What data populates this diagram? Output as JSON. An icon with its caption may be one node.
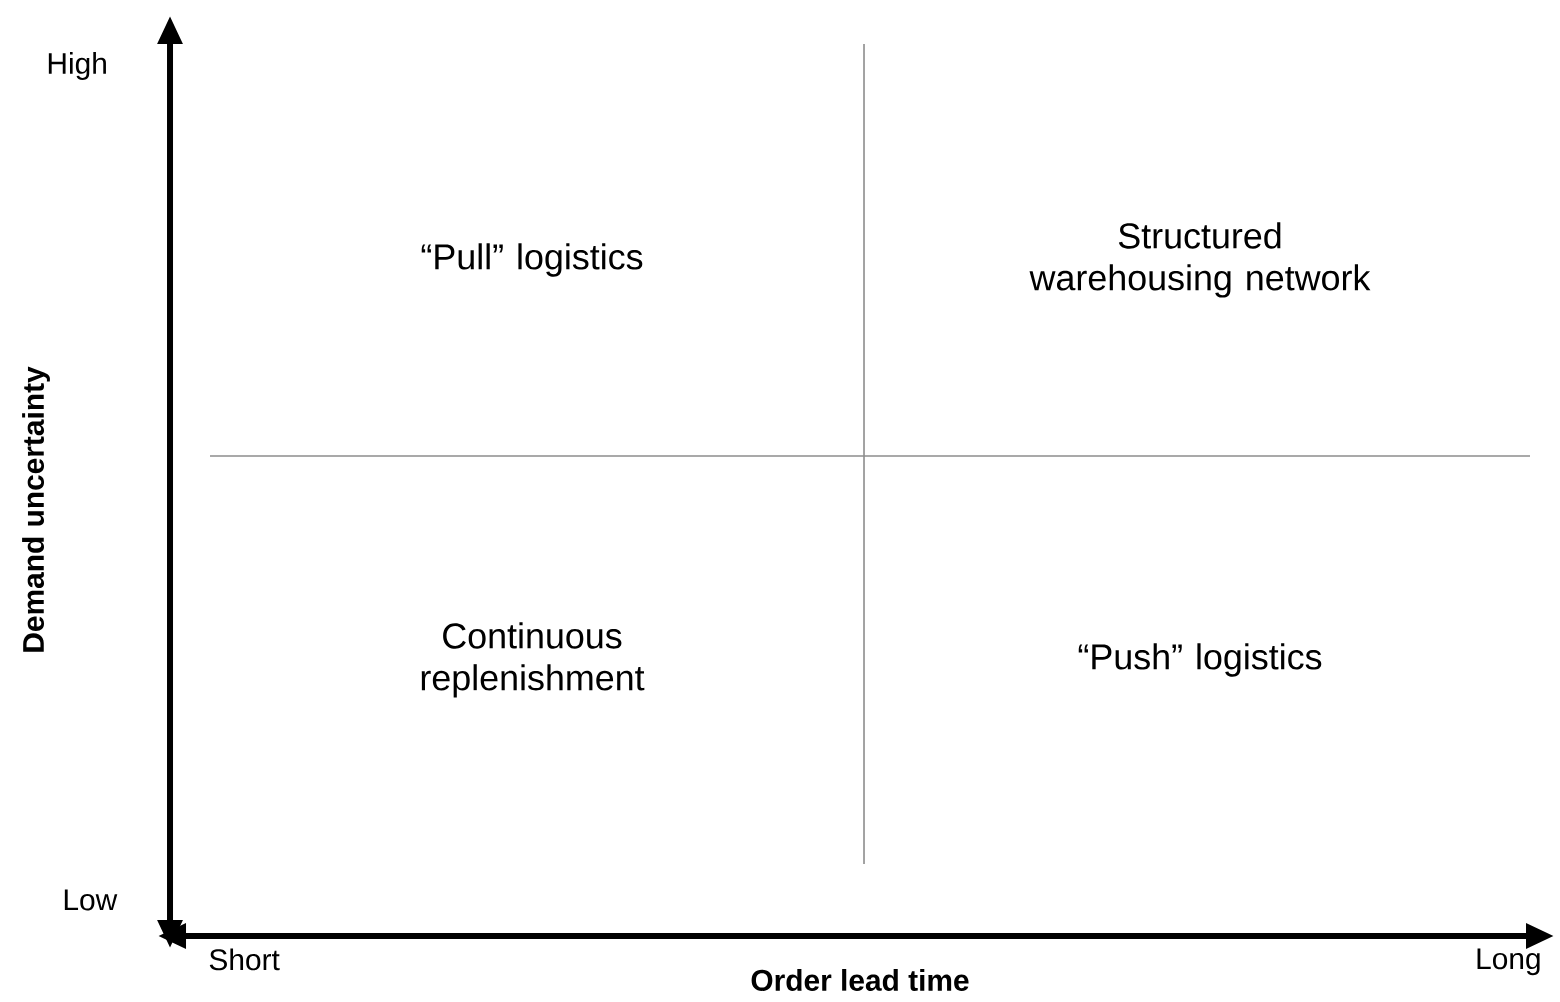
{
  "diagram": {
    "labels": [
      "High",
      "“Pull” logistics",
      "Structured warehousing network",
      "Demand uncertainty",
      "Continuous replenishment",
      "“Push” logistics",
      "Low",
      "Short",
      "Long",
      "Order lead time"
    ]
  }
}
